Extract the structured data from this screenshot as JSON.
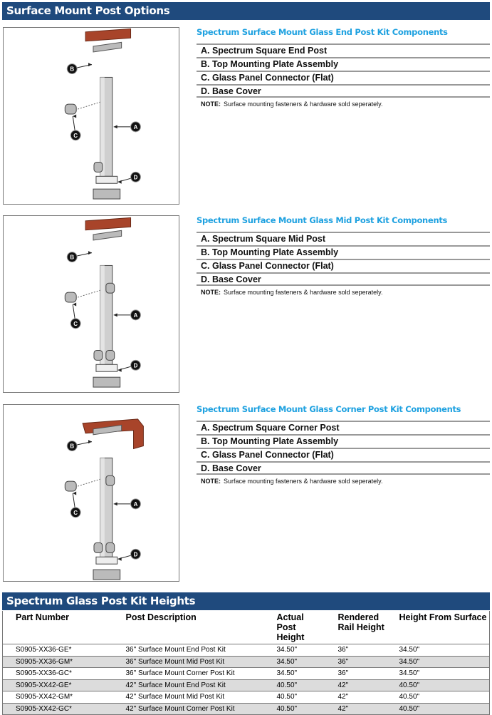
{
  "header": {
    "title": "Surface Mount Post Options"
  },
  "kits": [
    {
      "title": "Spectrum Surface Mount Glass End Post Kit Components",
      "type": "end",
      "components": [
        "A. Spectrum Square End Post",
        "B. Top Mounting Plate Assembly",
        "C. Glass Panel Connector (Flat)",
        "D. Base Cover"
      ],
      "note_label": "NOTE:",
      "note": "Surface mounting fasteners & hardware sold seperately."
    },
    {
      "title": "Spectrum Surface Mount Glass Mid Post Kit Components",
      "type": "mid",
      "components": [
        "A. Spectrum Square Mid Post",
        "B. Top Mounting Plate Assembly",
        "C. Glass Panel Connector (Flat)",
        "D. Base Cover"
      ],
      "note_label": "NOTE:",
      "note": "Surface mounting fasteners & hardware sold seperately."
    },
    {
      "title": "Spectrum Surface Mount Glass Corner Post Kit Components",
      "type": "corner",
      "components": [
        "A. Spectrum Square Corner Post",
        "B. Top Mounting Plate Assembly",
        "C. Glass Panel Connector (Flat)",
        "D. Base Cover"
      ],
      "note_label": "NOTE:",
      "note": "Surface mounting fasteners & hardware sold seperately."
    }
  ],
  "callouts": [
    "A",
    "B",
    "C",
    "D"
  ],
  "colors": {
    "header_bg": "#1f4a7d",
    "kit_title": "#1ea1e0",
    "rail": "#a8442a",
    "row_alt": "#dcdcdc"
  },
  "heights": {
    "title": "Spectrum Glass Post Kit Heights",
    "columns": [
      "Part Number",
      "Post Description",
      "Actual Post Height",
      "Rendered Rail Height",
      "Height From Surface"
    ],
    "rows": [
      [
        "S0905-XX36-GE*",
        "36\" Surface Mount End Post Kit",
        "34.50\"",
        "36\"",
        "34.50\""
      ],
      [
        "S0905-XX36-GM*",
        "36\" Surface Mount Mid Post Kit",
        "34.50\"",
        "36\"",
        "34.50\""
      ],
      [
        "S0905-XX36-GC*",
        "36\" Surface Mount Corner Post Kit",
        "34.50\"",
        "36\"",
        "34.50\""
      ],
      [
        "S0905-XX42-GE*",
        "42\" Surface Mount End Post Kit",
        "40.50\"",
        "42\"",
        "40.50\""
      ],
      [
        "S0905-XX42-GM*",
        "42\" Surface Mount Mid Post Kit",
        "40.50\"",
        "42\"",
        "40.50\""
      ],
      [
        "S0905-XX42-GC*",
        "42\" Surface Mount Corner Post Kit",
        "40.50\"",
        "42\"",
        "40.50\""
      ]
    ]
  }
}
